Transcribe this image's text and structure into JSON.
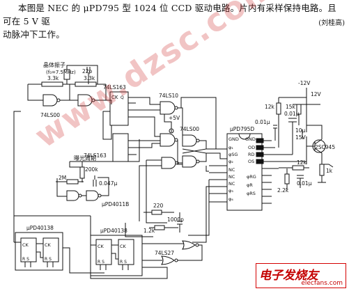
{
  "description": {
    "line1": "本图是 NEC 的 μPD795 型 1024 位 CCD 驱动电路。片内有采样保持电路。且可在 5 V 驱",
    "line2": "动脉冲下工作。",
    "author": "(刘桂高)"
  },
  "labels": {
    "crystal_title": "晶体振子",
    "crystal_freq": "(f₀=7.5MHz)",
    "r1": "3.3k",
    "r2": "3.3k",
    "c_22p": "22p",
    "u_74ls00_a": "74LS00",
    "u_74ls163_top": "74LS163",
    "u_74ls163_bottom": "74LS163",
    "u_74ls10": "74LS10",
    "plus5v": "+5V",
    "u_74ls00_b": "74LS00",
    "exposure": "曝光周期",
    "r_2m": "2M",
    "r_200k": "200k",
    "c_0047": "0.047μ",
    "u_4011": "μPD4011B",
    "u_40138_left": "μPD40138",
    "u_40138_mid": "μPD40138",
    "r_220": "220",
    "r_12k": "1.2k",
    "c_1000p": "1000p",
    "u_74ls27": "74LS27",
    "neg12v": "-12V",
    "r_12k_top": "12k",
    "r_15k": "15k",
    "c_001a": "0.01μ",
    "c_001b": "0.01μ",
    "c_10u": "10μ",
    "v_15": "15V",
    "c_12v": "12V",
    "transistor": "2SC945",
    "r_1k": "1k",
    "r_12k_out": "12k",
    "r_22k": "2.2k",
    "c_001c": "0.01μ",
    "ic_main": "μPD795D",
    "pin_gnd": "GND",
    "pin_gnd2": "GND",
    "pin_phi1": "φ₁",
    "pin_phisg": "φSG",
    "pin_phi2": "φ₂",
    "pin_nc1": "NC",
    "pin_nc2": "NC",
    "pin_nc3": "NC",
    "pin_phi3": "φ₃",
    "pin_phi4": "φ₄",
    "pin_od": "OD",
    "pin_rd": "RD",
    "pin_os": "OS",
    "pin_phirg": "φRG",
    "pin_phir": "φR",
    "pin_phirs": "φRS"
  },
  "watermark": "www.dzsc.com",
  "logo": {
    "cn": "电子发烧友",
    "en": "elecfans.com"
  }
}
